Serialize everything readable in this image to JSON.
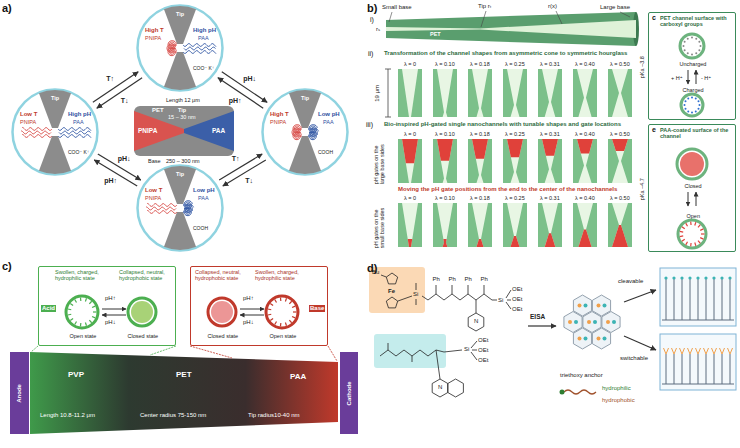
{
  "diagram": {
    "nodes": [
      {
        "text": [
          "High T",
          "PNIPA",
          "Tip",
          "High pH",
          "PAA",
          "COO⁻ K⁺"
        ]
      },
      {
        "text": [
          "Low T",
          "PNIPA",
          "Tip",
          "High pH",
          "PAA",
          "COO⁻ K⁺"
        ]
      },
      {
        "text": [
          "High T",
          "PNIPA",
          "Tip",
          "Low pH",
          "PAA",
          "COOH"
        ]
      },
      {
        "text": [
          "Low T",
          "PNIPA",
          "Tip",
          "Low pH",
          "PAA",
          "COOH"
        ]
      },
      {
        "text": [
          "c",
          "PET channel surface with carboxyl groups",
          "Uncharged",
          "- H⁺",
          "+ H⁺",
          "Charged",
          "pKa ~3.8"
        ]
      },
      {
        "text": [
          "e",
          "PAA-coated surface of the channel",
          "Closed",
          "Open",
          "pKa ~4.7"
        ]
      },
      {
        "text": [
          "Acid",
          "Swollen, charged, hydrophilic state",
          "Collapsed, neutral, hydrophobic state",
          "pH↑",
          "pH↓",
          "Open state",
          "Closed state"
        ]
      },
      {
        "text": [
          "Base",
          "Collapsed, neutral, hydrophobic state",
          "Swollen, charged, hydrophilic state",
          "pH↑",
          "pH↓",
          "Closed state",
          "Open state"
        ]
      }
    ],
    "edges": [
      {
        "from": 1,
        "to": 0,
        "label": "T↑",
        "arrow": "to"
      },
      {
        "from": 0,
        "to": 1,
        "label": "T↓",
        "arrow": "to"
      },
      {
        "from": 0,
        "to": 2,
        "label": "pH↓",
        "arrow": "to"
      },
      {
        "from": 2,
        "to": 0,
        "label": "pH↑",
        "arrow": "to"
      },
      {
        "from": 1,
        "to": 3,
        "label": "pH↓",
        "arrow": "to"
      },
      {
        "from": 3,
        "to": 1,
        "label": "pH↑",
        "arrow": "to"
      },
      {
        "from": 3,
        "to": 2,
        "label": "T↑",
        "arrow": "to"
      },
      {
        "from": 2,
        "to": 3,
        "label": "T↓",
        "arrow": "to"
      }
    ],
    "labels": [
      "a)",
      "Length 12 μm",
      "Tip",
      "15 – 30 nm",
      "PNIPA",
      "PET",
      "PAA",
      "Base",
      "250 – 300 nm",
      "b)",
      "i)",
      "Small base",
      "Tip rₜ",
      "Large base",
      "rₛ",
      "r(x)",
      "PET",
      "ii)",
      "Transformation of the channel shapes from asymmetric cone to symmetric hourglass",
      "19 μm",
      "λ = 0",
      "λ = 0.10",
      "λ = 0.18",
      "λ = 0.25",
      "λ = 0.31",
      "λ = 0.40",
      "λ = 0.50",
      "iii)",
      "Bio-inspired pH-gated single nanochannels with tunable shapes and gate locations",
      "pH gates on the large base sides",
      "λ = 0",
      "λ = 0.10",
      "λ = 0.18",
      "λ = 0.25",
      "λ = 0.31",
      "λ = 0.40",
      "λ = 0.50",
      "Moving the pH gate positions from the end to the center of the nanochannels",
      "pH gates on the small base sides",
      "λ = 0",
      "λ = 0.10",
      "λ = 0.18",
      "λ = 0.25",
      "λ = 0.31",
      "λ = 0.40",
      "λ = 0.50",
      "c)",
      "Anode",
      "PVP",
      "PET",
      "PAA",
      "Cathode",
      "Length 10.8-11.2 μm",
      "Center radius 75-150 nm",
      "Tip radius10-40 nm",
      "d)",
      "Bu",
      "Fe",
      "Si",
      "Ph",
      "Ph",
      "Ph",
      "Ph",
      "Si",
      "OEt",
      "OEt",
      "OEt",
      "N",
      "Si",
      "OEt",
      "OEt",
      "OEt",
      "N",
      "EISA",
      "triethoxy anchor",
      "hydrophilic",
      "hydrophobic",
      "cleavable",
      "switchable"
    ]
  }
}
